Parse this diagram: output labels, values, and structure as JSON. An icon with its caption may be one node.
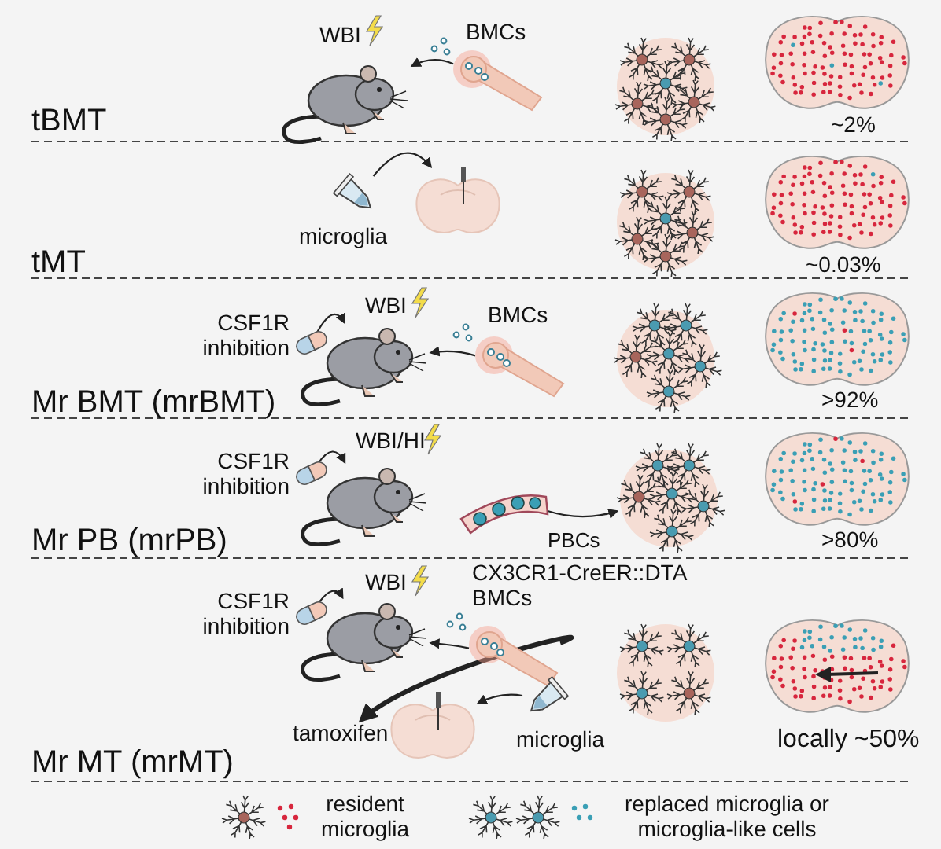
{
  "diagram": {
    "nodes": [
      {
        "text": [],
        "shape": "picture",
        "beside": [
          "WBI"
        ]
      },
      {
        "text": [],
        "shape": "picture",
        "beside": [
          "BMCs"
        ]
      },
      {
        "text": [],
        "shape": "picture",
        "beside": [
          "microglia"
        ]
      },
      {
        "text": [],
        "shape": "picture"
      },
      {
        "text": [],
        "shape": "picture",
        "beside": [
          "CSF1R inhibition"
        ]
      },
      {
        "text": [],
        "shape": "picture",
        "beside": [
          "WBI"
        ]
      },
      {
        "text": [],
        "shape": "picture",
        "beside": [
          "BMCs"
        ]
      },
      {
        "text": [],
        "shape": "picture",
        "beside": [
          "CSF1R inhibition"
        ]
      },
      {
        "text": [],
        "shape": "picture",
        "beside": [
          "WBI/HI"
        ]
      },
      {
        "text": [],
        "shape": "picture"
      },
      {
        "text": [],
        "shape": "picture"
      },
      {
        "text": [],
        "shape": "picture",
        "beside": [
          "CSF1R inhibition"
        ]
      },
      {
        "text": [],
        "shape": "picture",
        "beside": [
          "WBI"
        ]
      },
      {
        "text": [],
        "shape": "picture",
        "beside": [
          "CX3CR1-CreER::DTA BMCs"
        ]
      },
      {
        "text": [
          "tamoxifen"
        ]
      },
      {
        "text": [],
        "shape": "picture"
      },
      {
        "text": [],
        "shape": "picture",
        "beside": [
          "microglia"
        ]
      }
    ],
    "edges": [
      {
        "from": 1,
        "to": 0,
        "arrow": "to"
      },
      {
        "from": 2,
        "to": 3,
        "arrow": "to"
      },
      {
        "from": 4,
        "to": 5,
        "arrow": "to"
      },
      {
        "from": 6,
        "to": 5,
        "arrow": "to"
      },
      {
        "from": 7,
        "to": 8,
        "arrow": "to"
      },
      {
        "from": 9,
        "to": 10,
        "arrow": "to",
        "label": "PBCs"
      },
      {
        "from": 11,
        "to": 12,
        "arrow": "to"
      },
      {
        "from": 13,
        "to": 12,
        "arrow": "to"
      },
      {
        "from": 13,
        "to": 14,
        "arrow": "to",
        "style": "thick"
      },
      {
        "from": 16,
        "to": 15,
        "arrow": "to"
      }
    ],
    "labels": [
      "tBMT",
      "~2%",
      "tMT",
      "~0.03%",
      "Mr BMT (mrBMT)",
      ">92%",
      "Mr PB (mrPB)",
      ">80%",
      "Mr MT (mrMT)",
      "locally ~50%"
    ],
    "legend": [
      {
        "text": "resident microglia"
      },
      {
        "text": "replaced microglia or microglia-like cells"
      }
    ]
  }
}
